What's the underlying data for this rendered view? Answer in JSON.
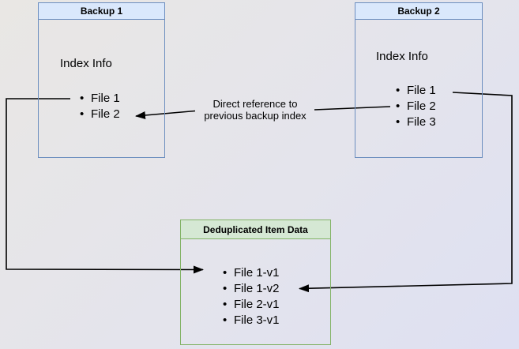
{
  "backup1": {
    "title": "Backup 1",
    "section_label": "Index Info",
    "files": [
      "File 1",
      "File 2"
    ]
  },
  "backup2": {
    "title": "Backup 2",
    "section_label": "Index Info",
    "files": [
      "File 1",
      "File 2",
      "File 3"
    ]
  },
  "dedup": {
    "title": "Deduplicated Item Data",
    "items": [
      "File 1-v1",
      "File 1-v2",
      "File 2-v1",
      "File 3-v1"
    ]
  },
  "annotation": {
    "line1": "Direct reference to",
    "line2": "previous backup index"
  },
  "colors": {
    "backup_header_fill": "#dae8fc",
    "backup_border": "#6c8ebf",
    "dedup_header_fill": "#d5e8d4",
    "dedup_border": "#82b366",
    "connector": "#000000"
  }
}
